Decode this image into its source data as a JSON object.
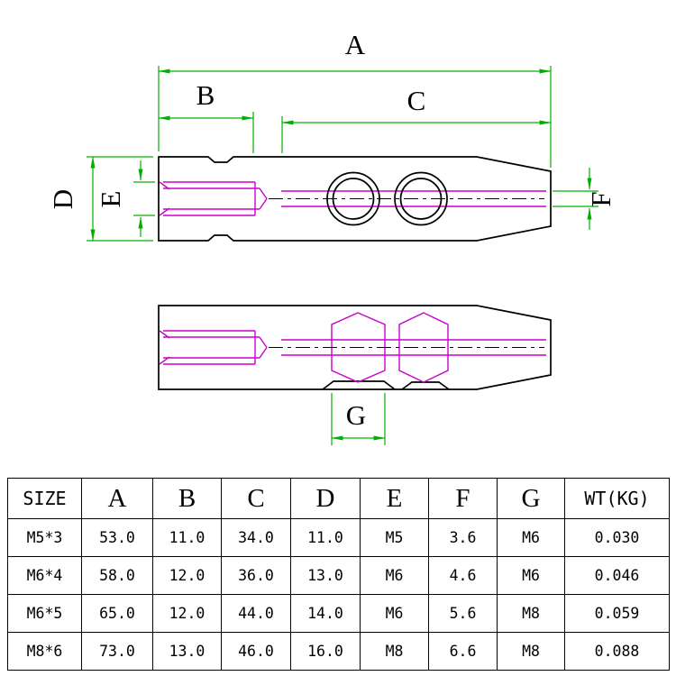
{
  "drawing": {
    "labels": {
      "A": "A",
      "B": "B",
      "C": "C",
      "D": "D",
      "E": "E",
      "F": "F",
      "G": "G"
    },
    "colors": {
      "dimension_green": "#00b000",
      "thread_magenta": "#cc00cc",
      "outline_black": "#000000"
    }
  },
  "table": {
    "headers": [
      "SIZE",
      "A",
      "B",
      "C",
      "D",
      "E",
      "F",
      "G",
      "WT(KG)"
    ],
    "rows": [
      [
        "M5*3",
        "53.0",
        "11.0",
        "34.0",
        "11.0",
        "M5",
        "3.6",
        "M6",
        "0.030"
      ],
      [
        "M6*4",
        "58.0",
        "12.0",
        "36.0",
        "13.0",
        "M6",
        "4.6",
        "M6",
        "0.046"
      ],
      [
        "M6*5",
        "65.0",
        "12.0",
        "44.0",
        "14.0",
        "M6",
        "5.6",
        "M8",
        "0.059"
      ],
      [
        "M8*6",
        "73.0",
        "13.0",
        "46.0",
        "16.0",
        "M8",
        "6.6",
        "M8",
        "0.088"
      ]
    ]
  }
}
